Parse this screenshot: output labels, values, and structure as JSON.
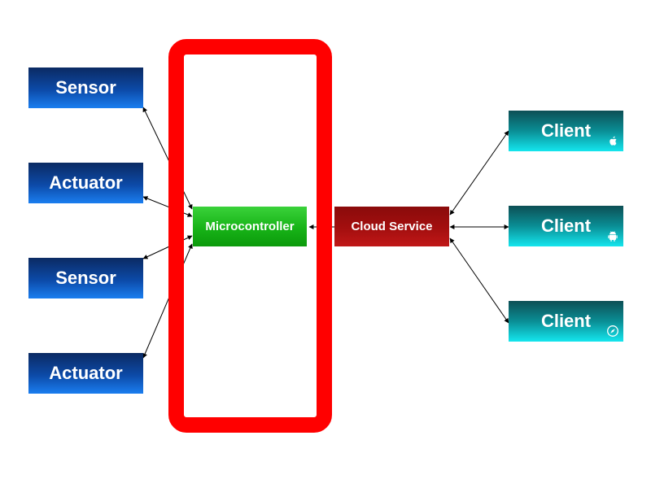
{
  "nodes": {
    "devices": [
      {
        "id": "sensor-1",
        "label": "Sensor"
      },
      {
        "id": "actuator-1",
        "label": "Actuator"
      },
      {
        "id": "sensor-2",
        "label": "Sensor"
      },
      {
        "id": "actuator-2",
        "label": "Actuator"
      }
    ],
    "microcontroller": {
      "label": "Microcontroller"
    },
    "cloud_service": {
      "label": "Cloud Service"
    },
    "clients": [
      {
        "id": "client-ios",
        "label": "Client",
        "icon": "apple-icon"
      },
      {
        "id": "client-android",
        "label": "Client",
        "icon": "android-icon"
      },
      {
        "id": "client-web",
        "label": "Client",
        "icon": "compass-icon"
      }
    ]
  },
  "edges": [
    {
      "from": "sensor-1",
      "to": "microcontroller",
      "direction": "both"
    },
    {
      "from": "actuator-1",
      "to": "microcontroller",
      "direction": "both"
    },
    {
      "from": "sensor-2",
      "to": "microcontroller",
      "direction": "both"
    },
    {
      "from": "actuator-2",
      "to": "microcontroller",
      "direction": "both"
    },
    {
      "from": "cloud_service",
      "to": "microcontroller",
      "direction": "to"
    },
    {
      "from": "cloud_service",
      "to": "client-ios",
      "direction": "both"
    },
    {
      "from": "cloud_service",
      "to": "client-android",
      "direction": "both"
    },
    {
      "from": "cloud_service",
      "to": "client-web",
      "direction": "both"
    }
  ],
  "colors": {
    "frame": "#ff0000",
    "device": "#0c4aa8",
    "microcontroller": "#17b317",
    "cloud_service": "#a40f0f",
    "client": "#0a8e95",
    "connector": "#000000"
  }
}
